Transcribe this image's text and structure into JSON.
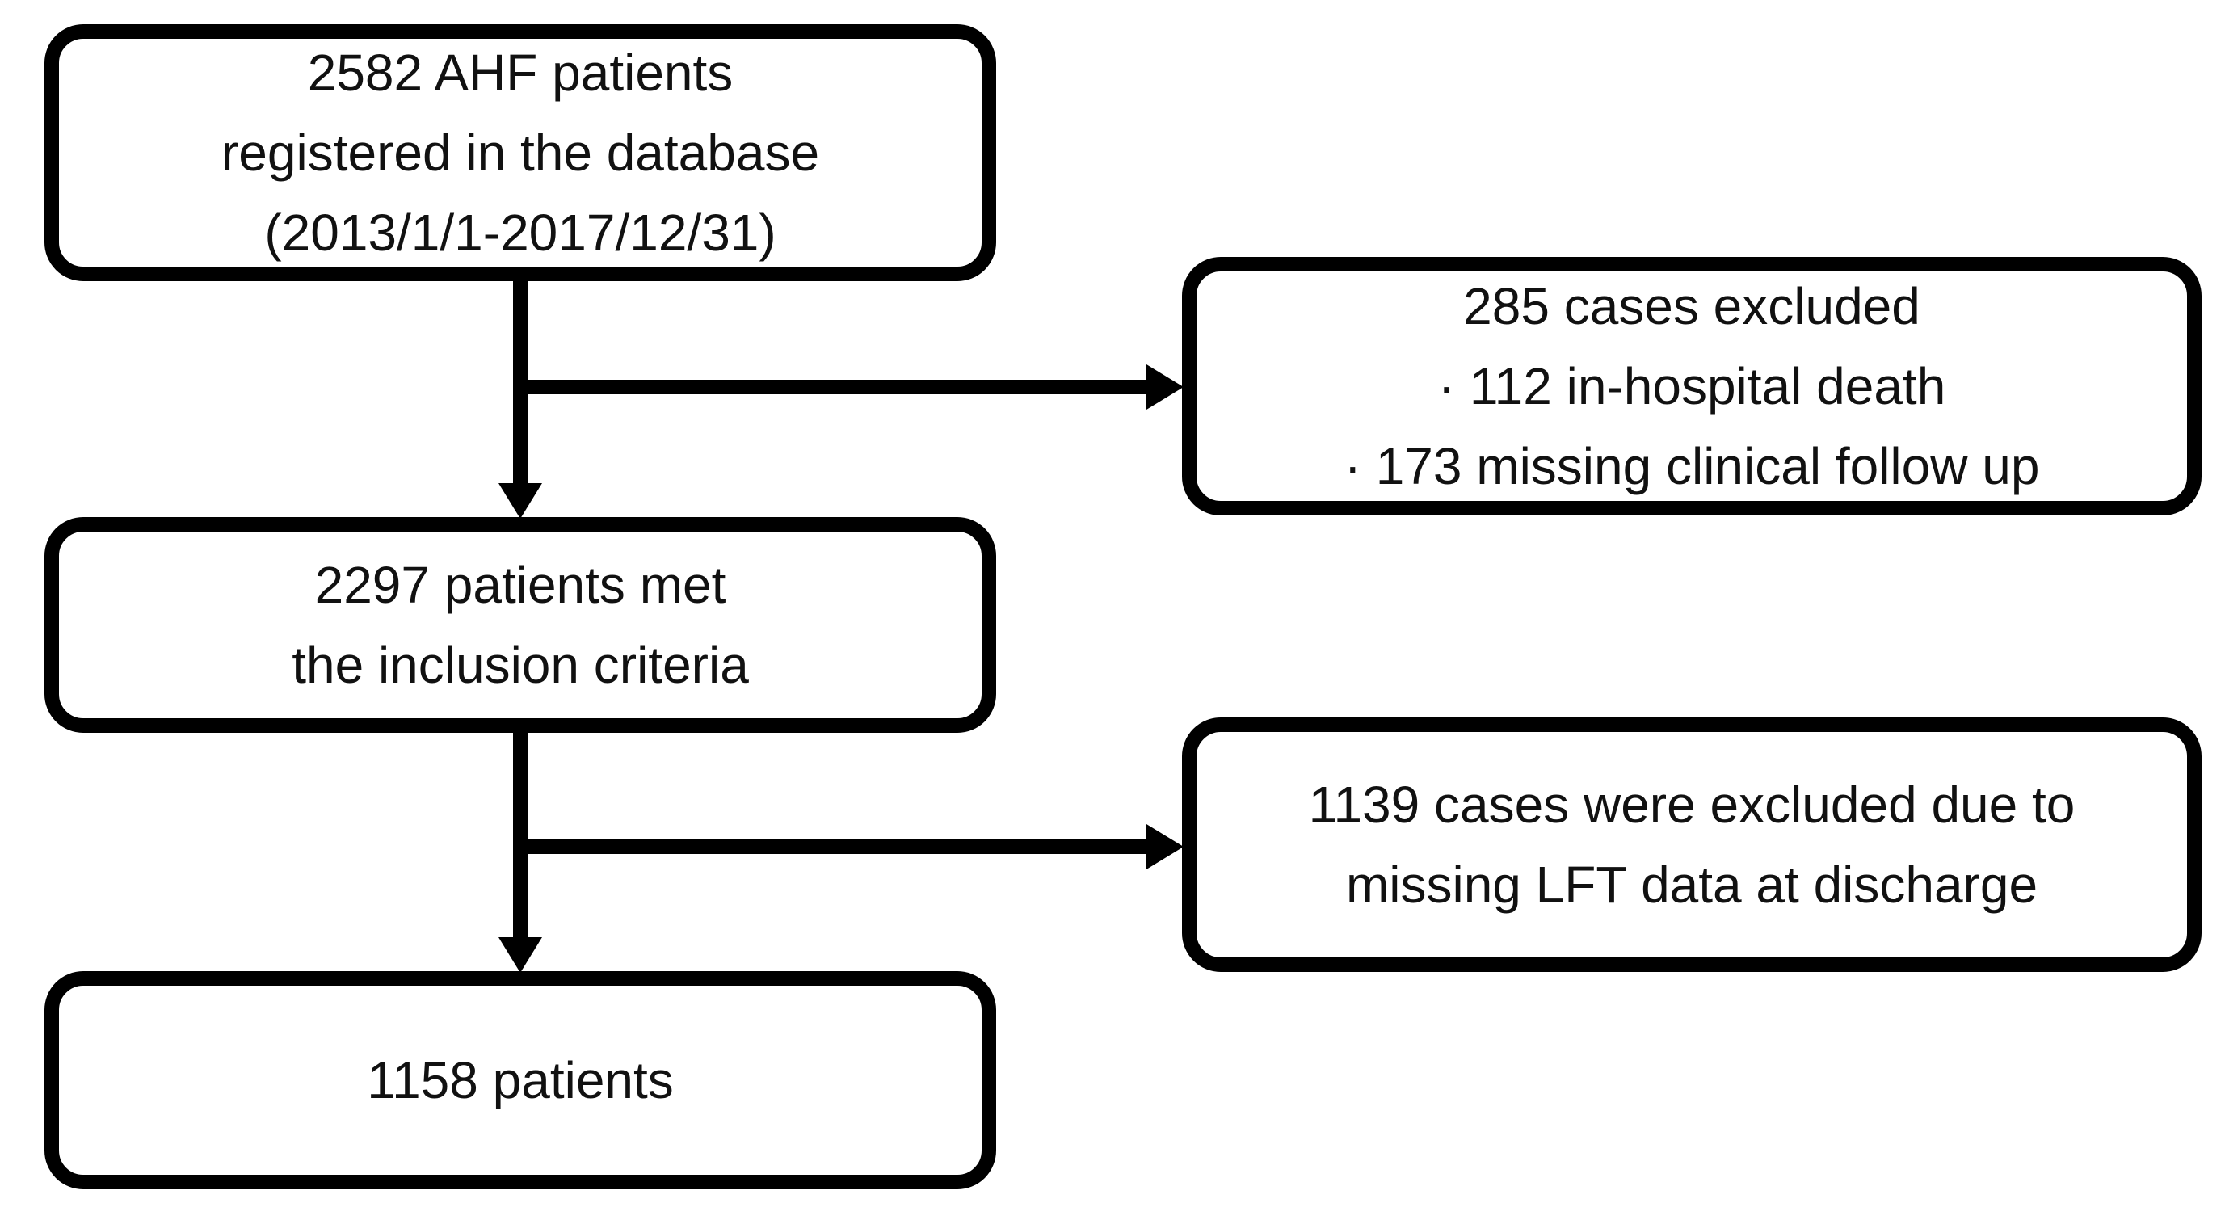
{
  "diagram": {
    "type": "flowchart",
    "background_color": "#ffffff",
    "stroke_color": "#000000",
    "text_color": "#111111"
  },
  "boxes": {
    "registered": {
      "lines": [
        "2582 AHF patients",
        "registered in the database",
        "(2013/1/1-2017/12/31)"
      ]
    },
    "excluded1": {
      "lines": [
        "285 cases excluded",
        "· 112 in-hospital death",
        "· 173 missing clinical follow up"
      ]
    },
    "inclusion": {
      "lines": [
        "2297 patients met",
        "the inclusion criteria"
      ]
    },
    "excluded2": {
      "lines": [
        "1139 cases were excluded due to",
        "missing LFT data at discharge"
      ]
    },
    "final": {
      "lines": [
        "1158 patients"
      ]
    }
  },
  "edges": [
    {
      "from": "registered",
      "to": "inclusion",
      "style": "arrow-down"
    },
    {
      "from": "registered-inclusion-connector",
      "to": "excluded1",
      "style": "arrow-right"
    },
    {
      "from": "inclusion",
      "to": "final",
      "style": "arrow-down"
    },
    {
      "from": "inclusion-final-connector",
      "to": "excluded2",
      "style": "arrow-right"
    }
  ]
}
